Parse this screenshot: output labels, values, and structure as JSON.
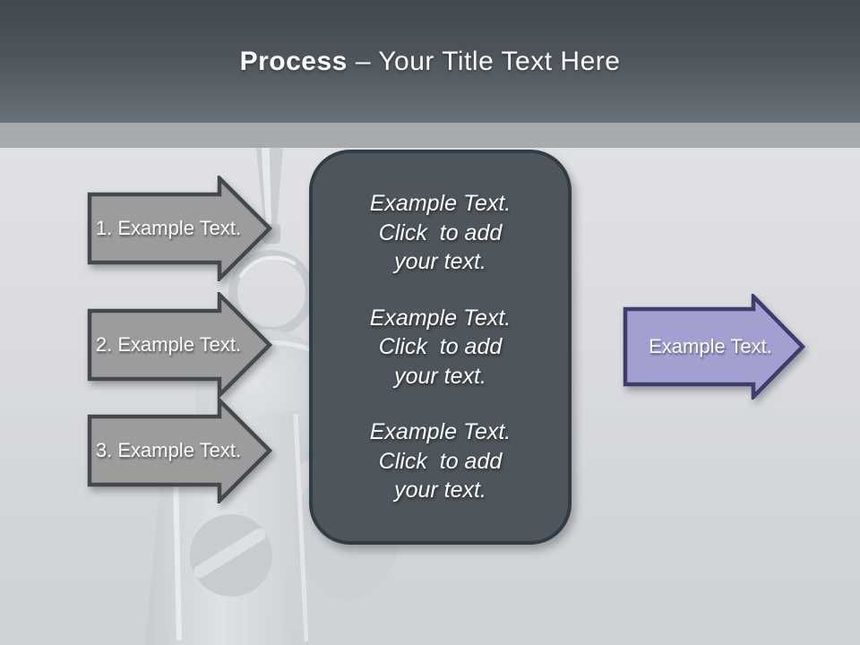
{
  "slide": {
    "header": {
      "title_bold": "Process",
      "title_rest": "– Your Title Text Here"
    },
    "steps": [
      {
        "label": "1. Example Text."
      },
      {
        "label": "2. Example Text."
      },
      {
        "label": "3. Example Text."
      }
    ],
    "center_panel": {
      "blocks": [
        "Example Text.\nClick  to add\nyour text.",
        "Example Text.\nClick  to add\nyour text.",
        "Example Text.\nClick  to add\nyour text."
      ]
    },
    "output_arrow": {
      "label": "Example Text."
    },
    "background_image": "grayscale-whistle-photo",
    "colors": {
      "header_top": "#41484e",
      "header_bottom": "#697278",
      "photo_band": "#a7abae",
      "background": "#d8dadd",
      "step_arrow_fill": "#9c9c9c",
      "step_arrow_border": "#45494e",
      "panel_fill": "#4d565c",
      "panel_border": "#343c43",
      "output_arrow_fill": "#a2a0d0",
      "output_arrow_border": "#3c3c6d",
      "text": "#ffffff"
    }
  }
}
